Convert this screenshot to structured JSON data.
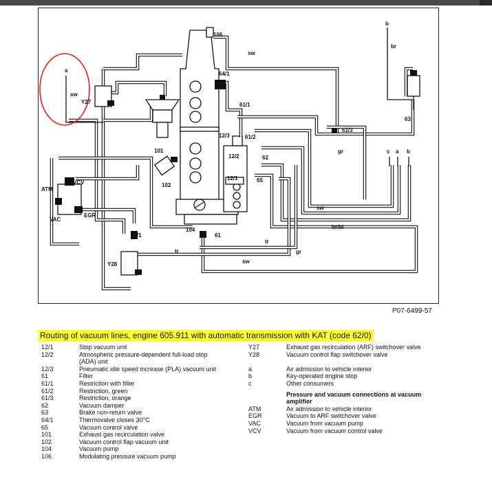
{
  "diagram": {
    "labels": {
      "l106": "106",
      "sw1": "sw",
      "l64_1": "64/1",
      "l61_1a": "61/1",
      "l12_3": "12/3",
      "l61_2": "61/2",
      "l12_2": "12/2",
      "l62": "62",
      "l12_1": "12/1",
      "l65": "65",
      "l61_3": "61/3",
      "gr1": "gr",
      "sw2": "sw",
      "brbl": "br/bl",
      "tr1": "tr",
      "gr2": "gr",
      "tr2": "tr",
      "sw3": "sw",
      "l104": "104",
      "l61": "61",
      "l61_1b": "61/1",
      "y28": "Y28",
      "l101": "101",
      "l102": "102",
      "y27": "Y27",
      "a_left": "a",
      "sw_left": "sw",
      "atm": "ATM",
      "vcv": "VCV",
      "vac": "VAC",
      "egr": "EGR",
      "b_top": "b",
      "br_top": "br",
      "l63": "63",
      "c": "c",
      "a": "a",
      "b": "b"
    }
  },
  "figure_id": "P07-6499-57",
  "caption": "Routing of vacuum lines, engine 605.911 with automatic transmission with KAT (code 62/0)",
  "legend_left": [
    {
      "code": "12/1",
      "desc": "Stop vacuum unit"
    },
    {
      "code": "12/2",
      "desc": "Atmospheric pressure-dependent full-load stop"
    },
    {
      "code": "",
      "desc": "(ADA) unit"
    },
    {
      "code": "12/3",
      "desc": "Pneumatic idle speed increase (PLA) vacuum unit"
    },
    {
      "code": "61",
      "desc": "Filter"
    },
    {
      "code": "61/1",
      "desc": "Restriction with filter"
    },
    {
      "code": "61/2",
      "desc": "Restriction, green"
    },
    {
      "code": "61/3",
      "desc": "Restriction, orange"
    },
    {
      "code": "62",
      "desc": "Vacuum damper"
    },
    {
      "code": "63",
      "desc": "Brake non-return valve"
    },
    {
      "code": "64/1",
      "desc": "Thermovalve closes 30°C"
    },
    {
      "code": "65",
      "desc": "Vacuum control valve"
    },
    {
      "code": "101",
      "desc": "Exhaust gas recirculation valve"
    },
    {
      "code": "102",
      "desc": "Vacuum control flap vacuum unit"
    },
    {
      "code": "104",
      "desc": "Vacuum pump"
    },
    {
      "code": "106",
      "desc": "Modulating pressure vacuum pump"
    }
  ],
  "legend_right_top": [
    {
      "code": "Y27",
      "desc": "Exhaust gas recirculation (ARF) switchover valve"
    },
    {
      "code": "Y28",
      "desc": "Vacuum control flap switchover valve"
    },
    {
      "code": "a",
      "desc": "Air admission to vehicle interior"
    },
    {
      "code": "b",
      "desc": "Key-operated engine stop"
    },
    {
      "code": "c",
      "desc": "Other consumers"
    }
  ],
  "legend_heading": "Pressure and vacuum connections at vacuum amplifier",
  "legend_right_bottom": [
    {
      "code": "ATM",
      "desc": "Air admission to vehicle interior"
    },
    {
      "code": "EGR",
      "desc": "Vacuum to ARF switchover valve"
    },
    {
      "code": "VAC",
      "desc": "Vacuum from vacuum pump"
    },
    {
      "code": "VCV",
      "desc": "Vacuum from vacuum control valve"
    }
  ],
  "colors": {
    "highlight": "#ffff33",
    "annotation_circle": "#e02020"
  }
}
